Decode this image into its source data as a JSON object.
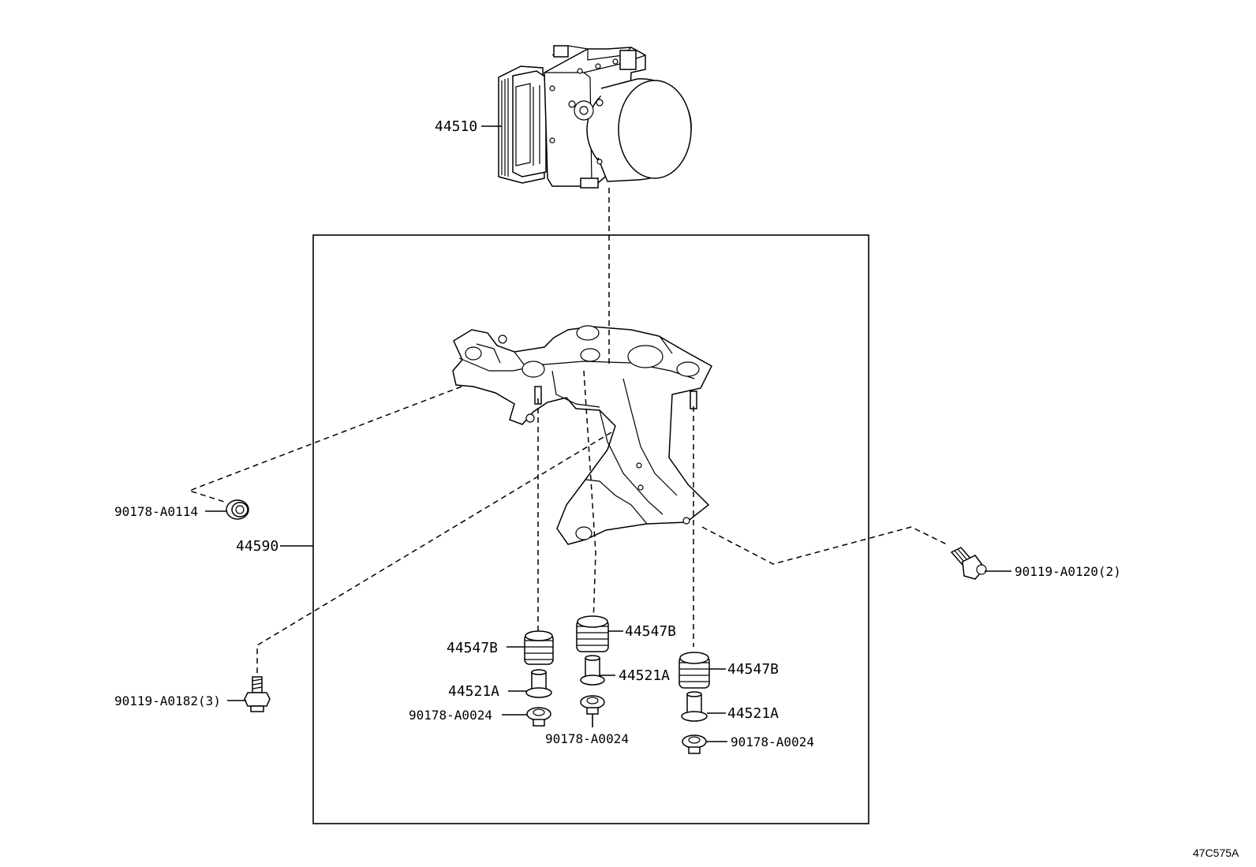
{
  "labels": {
    "actuator": "44510",
    "bracket": "44590",
    "nut": "90178-A0114",
    "bolt_left": "90119-A0182(3)",
    "bolt_right": "90119-A0120(2)",
    "cushion_1": "44547B",
    "cushion_2": "44547B",
    "cushion_3": "44547B",
    "collar_1": "44521A",
    "collar_2": "44521A",
    "collar_3": "44521A",
    "washer_1": "90178-A0024",
    "washer_2": "90178-A0024",
    "washer_3": "90178-A0024"
  },
  "figure_ref": "47C575A"
}
